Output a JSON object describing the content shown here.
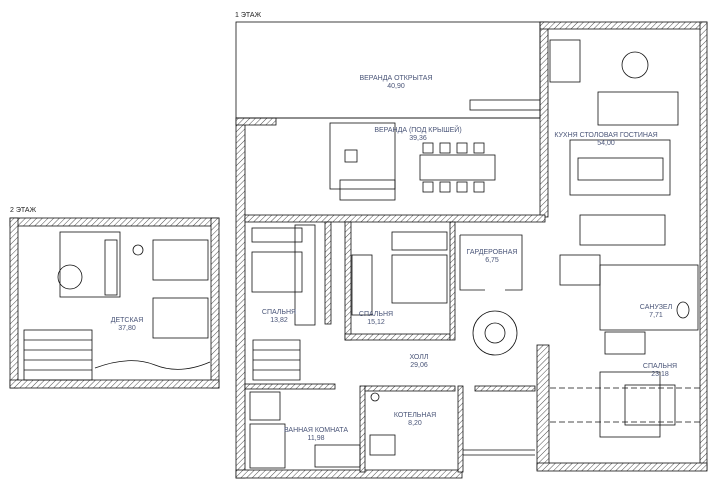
{
  "floors": {
    "first": "1 ЭТАЖ",
    "second": "2 ЭТАЖ"
  },
  "rooms": [
    {
      "name": "ВЕРАНДА ОТКРЫТАЯ",
      "area": "40,90"
    },
    {
      "name": "ВЕРАНДА (ПОД КРЫШЕЙ)",
      "area": "39,36"
    },
    {
      "name": "КУХНЯ  СТОЛОВАЯ ГОСТИНАЯ",
      "area": "54,00"
    },
    {
      "name": "СПАЛЬНЯ",
      "area": "13,82"
    },
    {
      "name": "СПАЛЬНЯ",
      "area": "15,12"
    },
    {
      "name": "ГАРДЕРОБНАЯ",
      "area": "6,75"
    },
    {
      "name": "ХОЛЛ",
      "area": "29,06"
    },
    {
      "name": "САНУЗЕЛ",
      "area": "7,71"
    },
    {
      "name": "СПАЛЬНЯ",
      "area": "23,18"
    },
    {
      "name": "ВАННАЯ КОМНАТА",
      "area": "11,98"
    },
    {
      "name": "КОТЕЛЬНАЯ",
      "area": "8,20"
    },
    {
      "name": "ДЕТСКАЯ",
      "area": "37,80"
    }
  ],
  "colors": {
    "lines": "#111111",
    "labels": "#4a5578"
  }
}
